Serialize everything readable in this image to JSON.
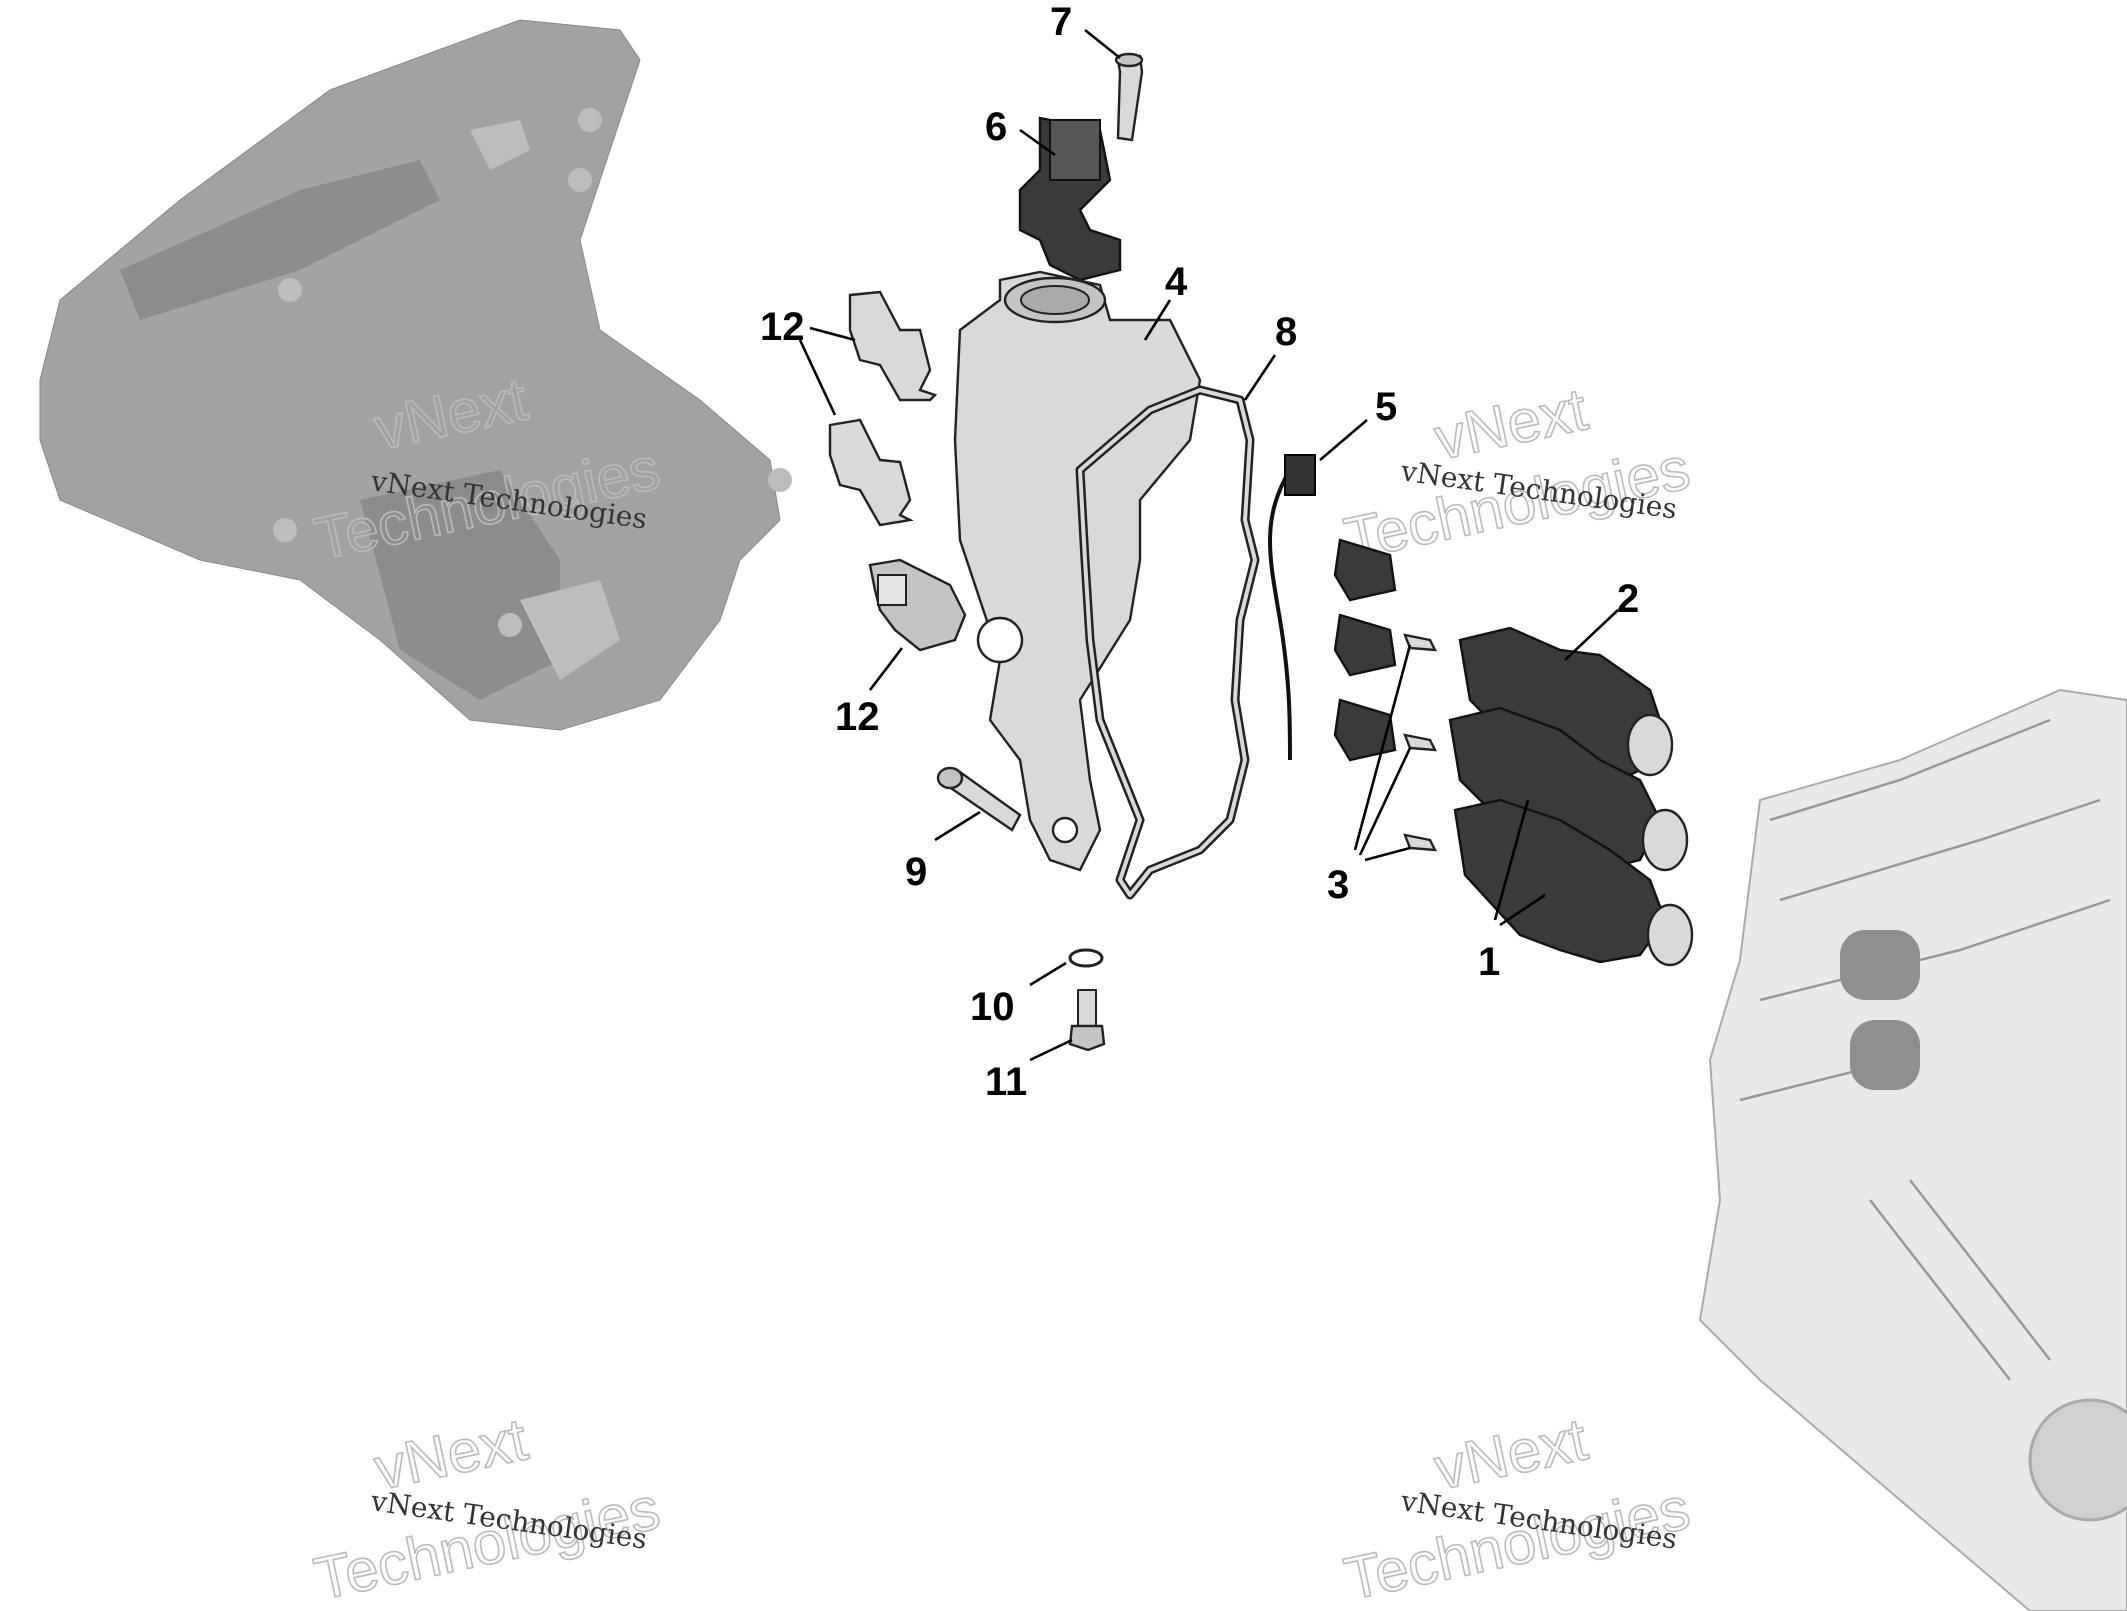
{
  "diagram": {
    "callouts": [
      {
        "id": "1",
        "label": "1"
      },
      {
        "id": "2",
        "label": "2"
      },
      {
        "id": "3",
        "label": "3"
      },
      {
        "id": "4",
        "label": "4"
      },
      {
        "id": "5",
        "label": "5"
      },
      {
        "id": "6",
        "label": "6"
      },
      {
        "id": "7",
        "label": "7"
      },
      {
        "id": "8",
        "label": "8"
      },
      {
        "id": "9",
        "label": "9"
      },
      {
        "id": "10",
        "label": "10"
      },
      {
        "id": "11",
        "label": "11"
      },
      {
        "id": "12a",
        "label": "12"
      },
      {
        "id": "12b",
        "label": "12"
      }
    ],
    "watermark": {
      "company": "vNext Technologies",
      "word1": "vNext",
      "word2": "Technologies"
    }
  },
  "colors": {
    "background": "#ffffff",
    "ghost_part": "#a3a3a3",
    "engine_outline": "#e9e9e9",
    "ink": "#000000"
  }
}
